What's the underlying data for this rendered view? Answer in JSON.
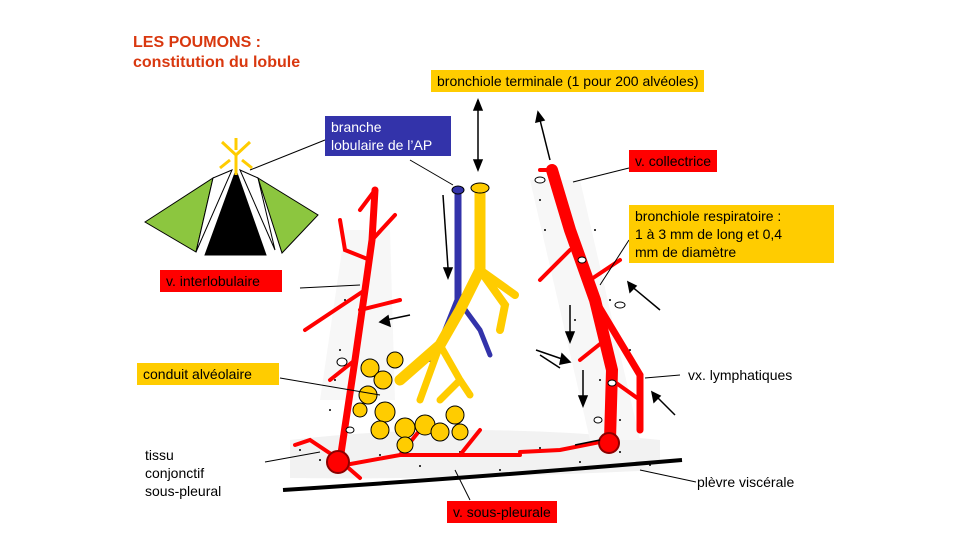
{
  "title": {
    "line1": "LES POUMONS  :",
    "line2": "constitution du lobule"
  },
  "labels": {
    "bronchiole_terminale": "bronchiole terminale (1 pour 200 alvéoles)",
    "branche_ap_1": "branche",
    "branche_ap_2": "lobulaire de l’AP",
    "v_collectrice": "v. collectrice",
    "bronchiole_resp_1": "bronchiole respiratoire :",
    "bronchiole_resp_2": "1 à 3 mm de long et 0,4",
    "bronchiole_resp_3": "mm de diamètre",
    "v_interlobulaire": "v. interlobulaire",
    "conduit_alveolaire": "conduit alvéolaire",
    "vx_lymphatiques": "vx. lymphatiques",
    "tissu_1": "tissu",
    "tissu_2": "conjonctif",
    "tissu_3": "sous-pleural",
    "plevre_viscerale": "plèvre viscérale",
    "v_sous_pleurale": "v. sous-pleurale"
  },
  "colors": {
    "title": "#d9380f",
    "yellow": "#ffcc00",
    "red": "#ff0000",
    "blue": "#3333aa",
    "green": "#8cc63f"
  }
}
